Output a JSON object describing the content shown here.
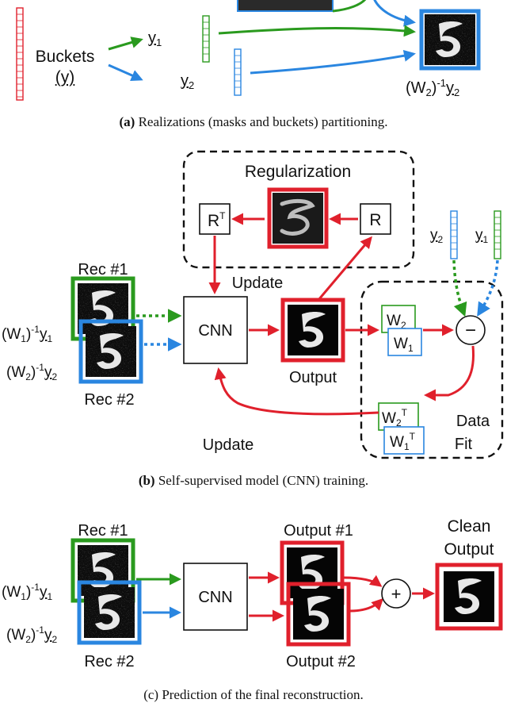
{
  "panel_a": {
    "buckets_label": "Buckets",
    "y_label": "(y)",
    "y1_label": "y",
    "y1_sub": "1",
    "y2_label": "y",
    "y2_sub": "2",
    "result_label_a": "(W",
    "result_label_b": "2",
    "result_label_c": ")",
    "result_label_d": "-1",
    "result_label_e": "y",
    "result_label_f": "2",
    "caption_letter": "(a)",
    "caption_text": " Realizations (masks and buckets) partitioning."
  },
  "panel_b": {
    "regularization_title": "Regularization",
    "rt_letter": "R",
    "rt_sup": "T",
    "r_label": "R",
    "update_top": "Update",
    "update_bottom": "Update",
    "rec1_label": "Rec #1",
    "rec2_label": "Rec #2",
    "cnn_label": "CNN",
    "output_label": "Output",
    "w2_label": "W",
    "w2_sub": "2",
    "w1_label": "W",
    "w1_sub": "1",
    "w2t_label": "W",
    "w2t_sub": "2",
    "w2t_sup": "T",
    "w1t_label": "W",
    "w1t_sub": "1",
    "w1t_sup": "T",
    "minus_sign": "−",
    "y2_label": "y",
    "y2_sub": "2",
    "y1_label": "y",
    "y1_sub": "1",
    "data_fit_1": "Data",
    "data_fit_2": "Fit",
    "in1_a": "(W",
    "in1_b": "1",
    "in1_c": ")",
    "in1_d": "-1",
    "in1_e": "y",
    "in1_f": "1",
    "in2_a": "(W",
    "in2_b": "2",
    "in2_c": ")",
    "in2_d": "-1",
    "in2_e": "y",
    "in2_f": "2",
    "caption_letter": "(b)",
    "caption_text": " Self-supervised model (CNN) training."
  },
  "panel_c": {
    "rec1_label": "Rec #1",
    "rec2_label": "Rec #2",
    "cnn_label": "CNN",
    "output1_label": "Output #1",
    "output2_label": "Output #2",
    "plus_sign": "+",
    "clean_1": "Clean",
    "clean_2": "Output",
    "in1_a": "(W",
    "in1_b": "1",
    "in1_c": ")",
    "in1_d": "-1",
    "in1_e": "y",
    "in1_f": "1",
    "in2_a": "(W",
    "in2_b": "2",
    "in2_c": ")",
    "in2_d": "-1",
    "in2_e": "y",
    "in2_f": "2",
    "caption_text": "(c) Prediction of the final reconstruction."
  },
  "colors": {
    "red": "#e0202c",
    "green": "#2a9a1e",
    "blue": "#2a86e0",
    "black": "#111111"
  }
}
